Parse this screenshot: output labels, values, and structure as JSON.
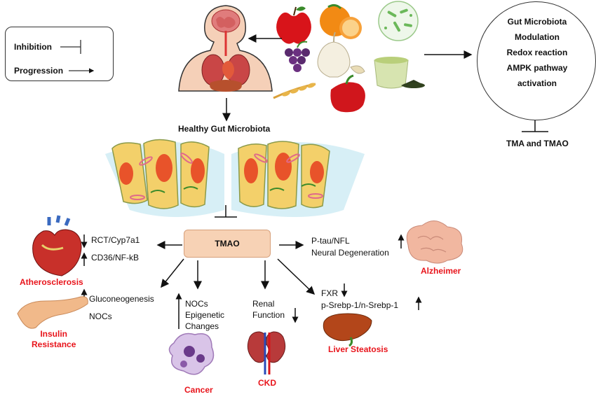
{
  "legend": {
    "inhibition": "Inhibition",
    "progression": "Progression"
  },
  "heading": "Healthy Gut Microbiota",
  "circle_effects": [
    "Gut Microbiota",
    "Modulation",
    "Redox reaction",
    "AMPK pathway",
    "activation"
  ],
  "circle_target": "TMA and TMAO",
  "center": "TMAO",
  "athero": {
    "label": "Atherosclerosis",
    "markers": [
      "RCT/Cyp7a1",
      "CD36/NF-kB"
    ]
  },
  "insulin": {
    "label": "Insulin Resistance",
    "label_lines": [
      "Insulin",
      "Resistance"
    ],
    "markers": [
      "Gluconeogenesis",
      "NOCs"
    ]
  },
  "cancer": {
    "label": "Cancer",
    "markers": [
      "NOCs",
      "Epigenetic",
      "Changes"
    ]
  },
  "ckd": {
    "label": "CKD",
    "markers": [
      "Renal",
      "Function"
    ]
  },
  "liver": {
    "label": "Liver Steatosis",
    "markers": [
      "FXR",
      "p-Srebp-1/n-Srebp-1"
    ]
  },
  "alzheimer": {
    "label": "Alzheimer",
    "markers": [
      "P-tau/NFL",
      "Neural Degeneration"
    ]
  },
  "colors": {
    "disease_label": "#e8141b",
    "tmao_box": "#f7d2b5",
    "gut_cell": "#f3d06a"
  }
}
